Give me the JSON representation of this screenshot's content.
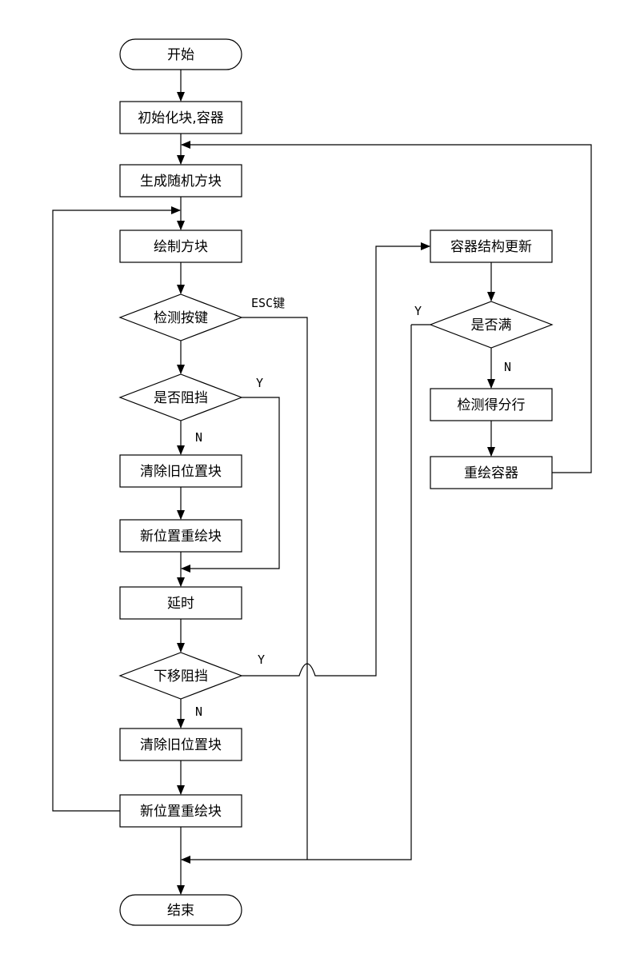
{
  "diagram": {
    "nodes": {
      "start": "开始",
      "init": "初始化块,容器",
      "gen": "生成随机方块",
      "draw": "绘制方块",
      "key": "检测按键",
      "block": "是否阻挡",
      "clear1": "清除旧位置块",
      "redraw1": "新位置重绘块",
      "delay": "延时",
      "down": "下移阻挡",
      "clear2": "清除旧位置块",
      "redraw2": "新位置重绘块",
      "end": "结束",
      "update": "容器结构更新",
      "full": "是否满",
      "score": "检测得分行",
      "repaint": "重绘容器"
    },
    "edge_labels": {
      "esc": "ESC键",
      "block_y": "Y",
      "block_n": "N",
      "down_y": "Y",
      "down_n": "N",
      "full_y": "Y",
      "full_n": "N"
    }
  }
}
